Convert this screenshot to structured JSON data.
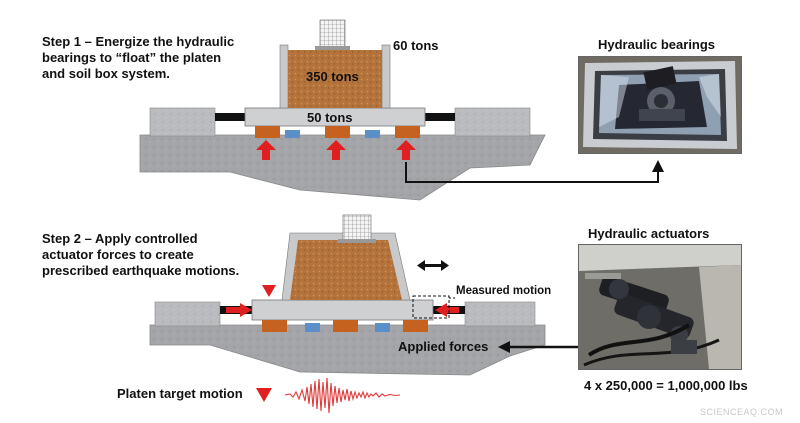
{
  "step1": {
    "line1": "Step 1 – Energize the hydraulic",
    "line2": "bearings to “float” the platen",
    "line3": "and soil box system.",
    "wall_weight": "60 tons",
    "soil_weight": "350 tons",
    "platen_weight": "50 tons",
    "photo_title": "Hydraulic bearings"
  },
  "step2": {
    "line1": "Step 2 – Apply controlled",
    "line2": "actuator forces to create",
    "line3": "prescribed earthquake motions.",
    "measured_label": "Measured motion",
    "applied_label": "Applied forces",
    "photo_title": "Hydraulic actuators",
    "capacity": "4 x 250,000 = 1,000,000 lbs",
    "target_label": "Platen target motion"
  },
  "watermark": "SCIENCEAQ.COM",
  "colors": {
    "soil": "#b5733c",
    "bearing_orange": "#c5621f",
    "bearing_blue": "#5b8fc9",
    "platen": "#cfd0d2",
    "ground": "#9fa1a4",
    "arrow_red": "#e02020",
    "wave_red": "#e03a3a"
  }
}
